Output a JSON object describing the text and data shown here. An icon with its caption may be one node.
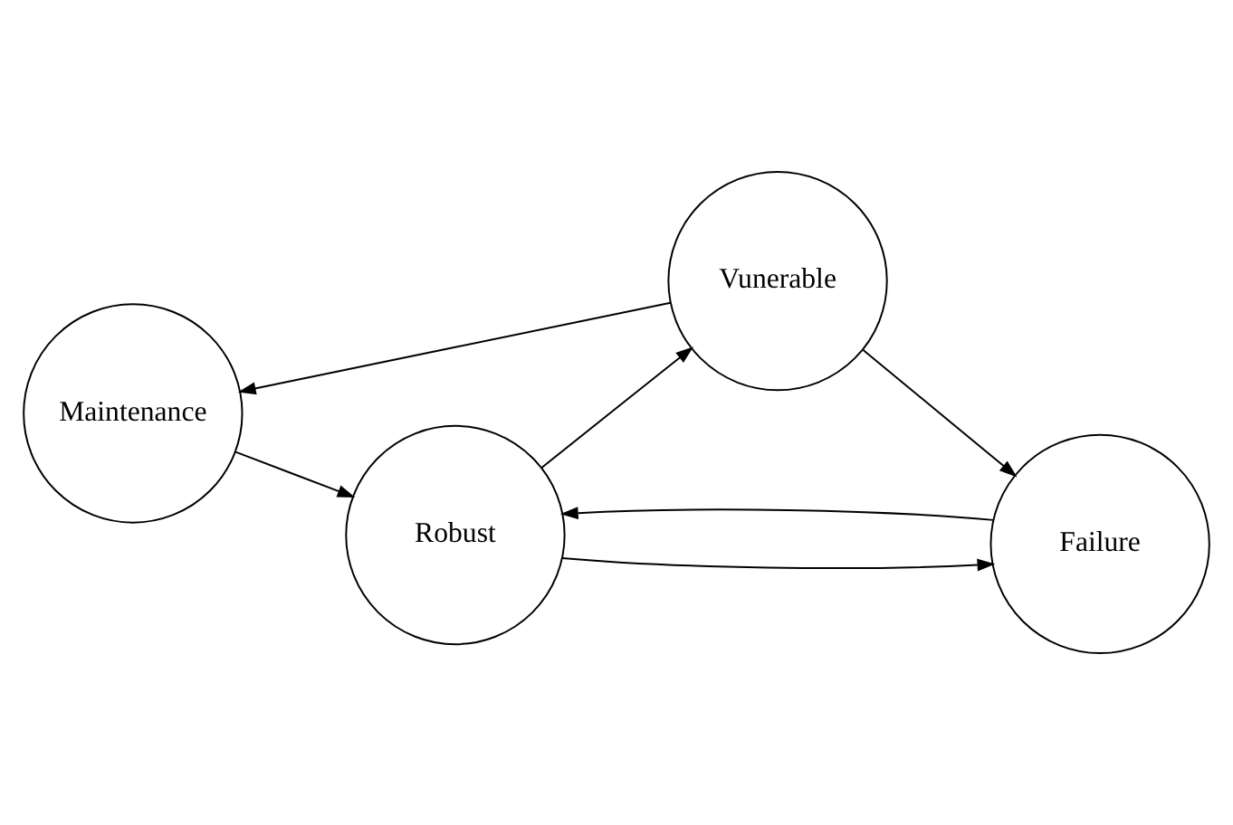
{
  "diagram": {
    "nodes": [
      {
        "text": [
          "Maintenance"
        ]
      },
      {
        "text": [
          "Vunerable"
        ]
      },
      {
        "text": [
          "Robust"
        ]
      },
      {
        "text": [
          "Failure"
        ]
      }
    ],
    "edges": [
      {
        "from": 1,
        "to": 0,
        "arrow": "to"
      },
      {
        "from": 0,
        "to": 2,
        "arrow": "to"
      },
      {
        "from": 2,
        "to": 1,
        "arrow": "to"
      },
      {
        "from": 1,
        "to": 3,
        "arrow": "to"
      },
      {
        "from": 2,
        "to": 3,
        "arrow": "to"
      },
      {
        "from": 3,
        "to": 2,
        "arrow": "to"
      }
    ]
  }
}
